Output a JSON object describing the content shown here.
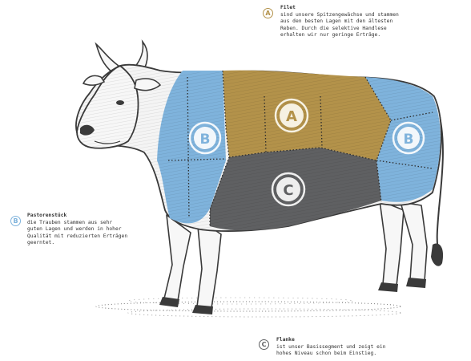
{
  "colors": {
    "filet": "#b3924a",
    "pastorenstueck": "#7fb3dc",
    "flanke": "#5f6062",
    "outline": "#3a3a3a"
  },
  "segments": [
    {
      "id": "filet",
      "letter": "A",
      "title": "Filet",
      "body": "sind unsere Spitzengewächse und stammen\naus den besten Lagen mit den ältesten\nReben. Durch die selektive Handlese\nerhalten wir nur geringe Erträge."
    },
    {
      "id": "pastorenstueck",
      "letter": "B",
      "title": "Pastorenstück",
      "body": "die Trauben stammen aus sehr\nguten Lagen und werden in hoher\nQualität mit reduzierten Erträgen\ngeerntet."
    },
    {
      "id": "flanke",
      "letter": "C",
      "title": "Flanke",
      "body": "ist unser Basissegment und zeigt ein\nhohes Niveau schon beim Einstieg."
    }
  ]
}
